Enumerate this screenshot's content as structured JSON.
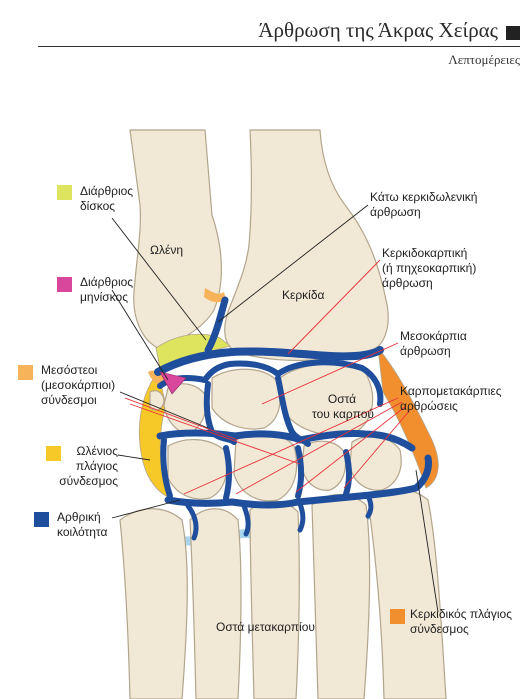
{
  "header": {
    "title": "Άρθρωση της Άκρας Χείρας",
    "subtitle": "Λεπτομέρειες"
  },
  "colors": {
    "bone": "#f1e8d6",
    "bone_outline": "#b3a58c",
    "cavity": "#1f4e9c",
    "disc": "#dfe45f",
    "meniscus": "#d9479c",
    "interosseous": "#f7b35a",
    "ulnar_ligament": "#f7c928",
    "radial_ligament": "#f18f2e",
    "cartilage": "#a9d6ec",
    "leader": "#e8313a"
  },
  "labels": {
    "articular_disc": "Διάρθριος\nδίσκος",
    "ulna": "Ωλένη",
    "radius": "Κερκίδα",
    "meniscus": "Διάρθριος\nμηνίσκος",
    "interosseous": "Μεσόστεοι\n(μεσοκάρπιοι)\nσύνδεσμοι",
    "ulnar_collateral": "Ωλένιος\nπλάγιος\nσύνδεσμος",
    "articular_cavity": "Αρθρική\nκοιλότητα",
    "distal_radioulnar": "Κάτω κερκιδωλενική\nάρθρωση",
    "radiocarpal": "Κερκιδοκαρπική\n(ή πηχεοκαρπική)\nάρθρωση",
    "midcarpal": "Μεσοκάρπια\nάρθρωση",
    "carpometacarpal": "Καρπομετακάρπιες\nαρθρώσεις",
    "carpal_bones": "Οστά\nτου καρπού",
    "metacarpal_bones": "Οστά μετακαρπίου",
    "radial_collateral": "Κερκιδικός πλάγιος\nσύνδεσμος"
  }
}
